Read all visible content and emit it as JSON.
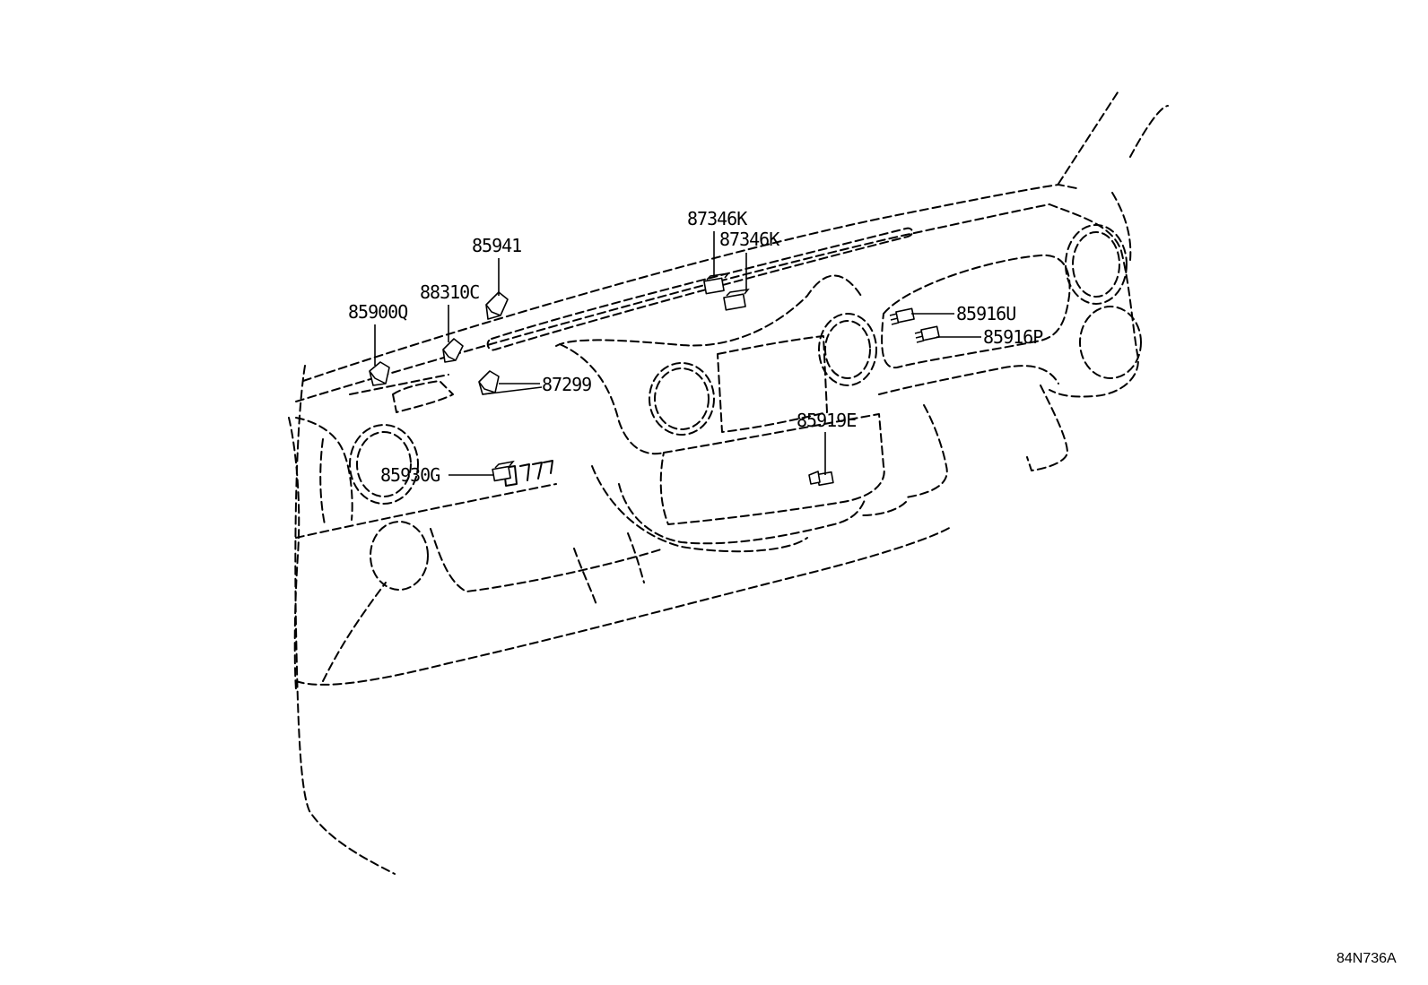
{
  "labels": {
    "p87346k_a": "87346K",
    "p87346k_b": "87346K",
    "p85941": "85941",
    "p88310c": "88310C",
    "p85900q": "85900Q",
    "p87299": "87299",
    "p85916u": "85916U",
    "p85916p": "85916P",
    "p85919e": "85919E",
    "p85930g": "85930G"
  },
  "figure_ref": "84N736A"
}
